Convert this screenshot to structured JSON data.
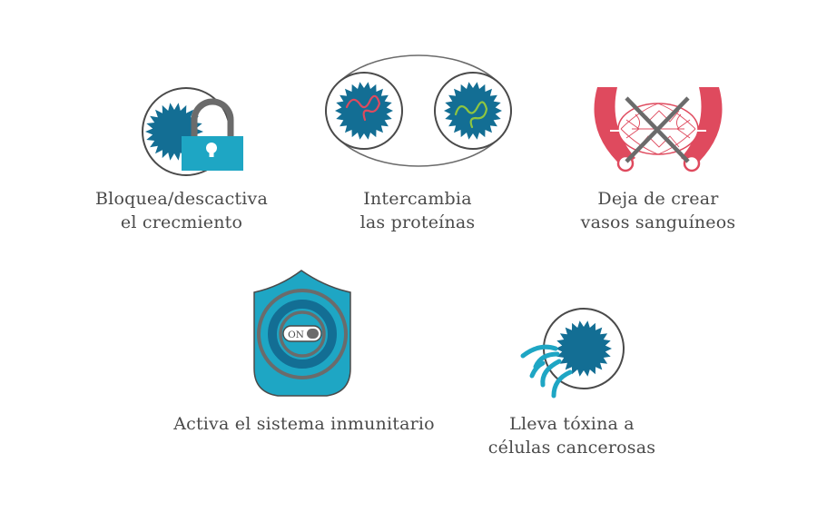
{
  "colors": {
    "cell": "#136e94",
    "ring": "#4a4a4a",
    "teal": "#1ea6c4",
    "red": "#df4a5e",
    "text": "#4a4a4a"
  },
  "items": [
    {
      "icon": "lock-cell-icon",
      "lines": [
        "Bloquea/descactiva",
        "el crecmiento"
      ]
    },
    {
      "icon": "protein-exchange-icon",
      "lines": [
        "Intercambia",
        "las proteínas"
      ]
    },
    {
      "icon": "blood-vessel-crossed-icon",
      "lines": [
        "Deja de crear",
        "vasos sanguíneos"
      ]
    },
    {
      "icon": "shield-on-switch-icon",
      "lines": [
        "Activa el sistema inmunitario"
      ],
      "switch_label": "ON"
    },
    {
      "icon": "toxin-cell-icon",
      "lines": [
        "Lleva tóxina a",
        "células cancerosas"
      ]
    }
  ]
}
